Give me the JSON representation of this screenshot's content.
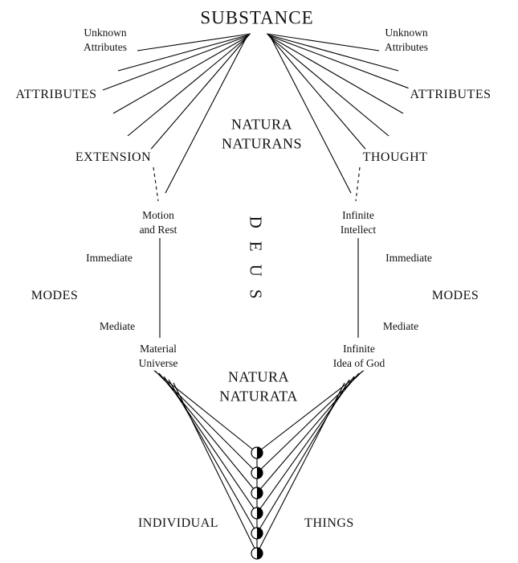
{
  "diagram": {
    "substance_label": "SUBSTANCE",
    "natura_naturans": [
      "NATURA",
      "NATURANS"
    ],
    "natura_naturata": [
      "NATURA",
      "NATURATA"
    ],
    "deus_label": "DEUS",
    "individual_label": "INDIVIDUAL",
    "things_label": "THINGS",
    "left": {
      "unknown_attributes": [
        "Unknown",
        "Attributes"
      ],
      "attributes_label": "ATTRIBUTES",
      "attribute_label": "EXTENSION",
      "immediate_mode": [
        "Motion",
        "and Rest"
      ],
      "immediate_label": "Immediate",
      "modes_label": "MODES",
      "mediate_label": "Mediate",
      "mediate_mode": [
        "Material",
        "Universe"
      ]
    },
    "right": {
      "unknown_attributes": [
        "Unknown",
        "Attributes"
      ],
      "attributes_label": "ATTRIBUTES",
      "attribute_label": "THOUGHT",
      "immediate_mode": [
        "Infinite",
        "Intellect"
      ],
      "immediate_label": "Immediate",
      "modes_label": "MODES",
      "mediate_label": "Mediate",
      "mediate_mode": [
        "Infinite",
        "Idea of God"
      ]
    },
    "colors": {
      "background": "#ffffff",
      "line": "#000000",
      "text": "#111111"
    }
  }
}
